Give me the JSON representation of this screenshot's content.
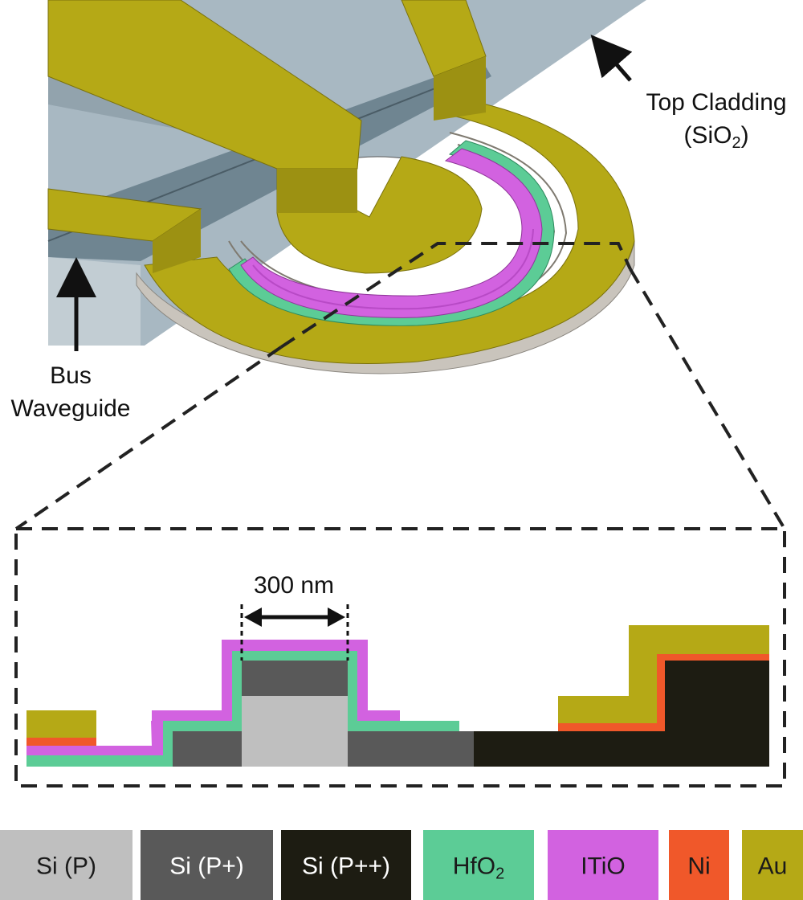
{
  "labels": {
    "top_cladding_line1": "Top Cladding",
    "top_cladding_sio": "(SiO",
    "top_cladding_sub": "2",
    "top_cladding_close": ")",
    "bus_line1": "Bus",
    "bus_line2": "Waveguide",
    "dimension": "300 nm"
  },
  "legend": [
    {
      "label": "Si (P)",
      "sub": "",
      "color": "#bfbfbf",
      "text_color": "#1a1a1a"
    },
    {
      "label": "Si (P+)",
      "sub": "",
      "color": "#595959",
      "text_color": "#ffffff"
    },
    {
      "label": "Si (P++)",
      "sub": "",
      "color": "#1d1c12",
      "text_color": "#ffffff"
    },
    {
      "label": "HfO",
      "sub": "2",
      "color": "#5ccc96",
      "text_color": "#1a1a1a"
    },
    {
      "label": "ITiO",
      "sub": "",
      "color": "#d262e0",
      "text_color": "#1a1a1a"
    },
    {
      "label": "Ni",
      "sub": "",
      "color": "#f0582a",
      "text_color": "#1a1a1a"
    },
    {
      "label": "Au",
      "sub": "",
      "color": "#b5a916",
      "text_color": "#1a1a1a"
    }
  ],
  "colors": {
    "si_p": "#bfbfbf",
    "si_p_plus": "#595959",
    "si_p_plus_plus": "#1d1c12",
    "hfo2": "#5ccc96",
    "itio": "#d262e0",
    "ni": "#f0582a",
    "au": "#b5a916",
    "cladding": "#a6b6bf"
  }
}
